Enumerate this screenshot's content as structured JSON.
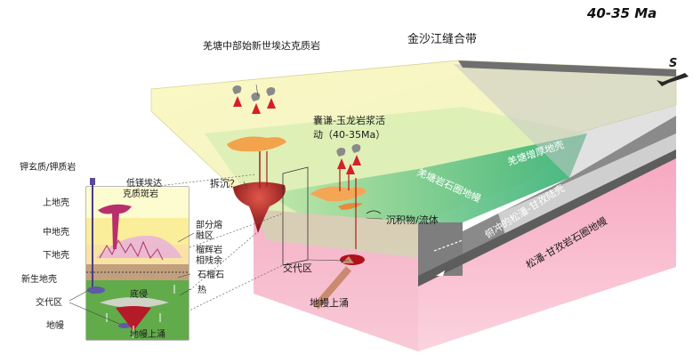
{
  "figure": {
    "age_label": "40-35 Ma",
    "compass": "S",
    "suture_label": "金沙江缝合带",
    "qiangtang_middle_adakite": "羌塘中部始新世埃达克质岩",
    "nangqian_magmatism_line1": "囊谦-玉龙岩浆活",
    "nangqian_magmatism_line2": "动（40-35Ma）",
    "qiangtang_thickened_crust": "羌塘增厚地壳",
    "qiangtang_lithospheric_mantle": "羌塘岩石圈地幔",
    "delamination": "拆沉？",
    "sediments_fluids": "沉积物/流体",
    "subducted_songpan_crust": "俯冲的松潘-甘孜陆壳",
    "songpan_lithospheric_mantle": "松潘-甘孜岩石圈地幔",
    "metasomatic_zone": "交代区",
    "mantle_upwelling": "地幔上涌"
  },
  "inset": {
    "k_rocks": "钾玄质/钾质岩",
    "low_mg_adakite_line1": "低镁埃达",
    "low_mg_adakite_line2": "克质斑岩",
    "upper_crust": "上地壳",
    "middle_crust": "中地壳",
    "lower_crust": "下地壳",
    "juvenile_crust": "新生地壳",
    "partial_melting_line1": "部分熔",
    "partial_melting_line2": "融区",
    "pyroxenite_residue_line1": "榴辉岩",
    "pyroxenite_residue_line2": "相残余",
    "garnet": "石榴石",
    "heat": "热",
    "underplating": "底侵",
    "metasomatic_zone": "交代区",
    "mantle": "地幔",
    "mantle_upwelling": "地幔上涌"
  }
}
